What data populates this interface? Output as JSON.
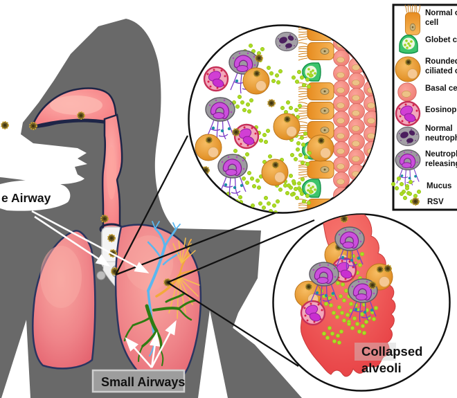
{
  "figure": {
    "labels": {
      "airway": "e Airway",
      "small_airways": "Small Airways",
      "collapsed_line1": "Collapsed",
      "collapsed_line2": "alveoli"
    },
    "legend": {
      "items": [
        {
          "icon": "normal-ciliated-cell-icon",
          "lines": [
            "Normal ciliated",
            "cell"
          ]
        },
        {
          "icon": "globet-cell-icon",
          "lines": [
            "Globet cell"
          ]
        },
        {
          "icon": "rounded-ciliated-cell-icon",
          "lines": [
            "Rounded",
            "ciliated cell"
          ]
        },
        {
          "icon": "basal-cell-icon",
          "lines": [
            "Basal cell"
          ]
        },
        {
          "icon": "eosinophil-icon",
          "lines": [
            "Eosinophil"
          ]
        },
        {
          "icon": "normal-neutrophil-icon",
          "lines": [
            "Normal",
            "neutrophil"
          ]
        },
        {
          "icon": "neutrophil-net-icon",
          "lines": [
            "Neutrophil",
            "releasing NETs"
          ]
        },
        {
          "icon": "mucus-icon",
          "lines": [
            "Mucus"
          ]
        },
        {
          "icon": "rsv-icon",
          "lines": [
            "RSV"
          ]
        }
      ]
    },
    "colors": {
      "body_gray": "#696969",
      "lung_pink": "#ee8287",
      "airway_navy": "#1e2547",
      "mucus_green": "#abdb25",
      "branch_blue": "#5ab7ef",
      "branch_orange": "#f2a93a",
      "branch_green": "#2f7c12",
      "alveoli_red": "#e8393f",
      "cell_orange": "#e8922a",
      "basal_pink": "#f4827a",
      "eosinophil_magenta": "#d13fd4",
      "neutrophil_gray": "#9d9aa0"
    }
  }
}
